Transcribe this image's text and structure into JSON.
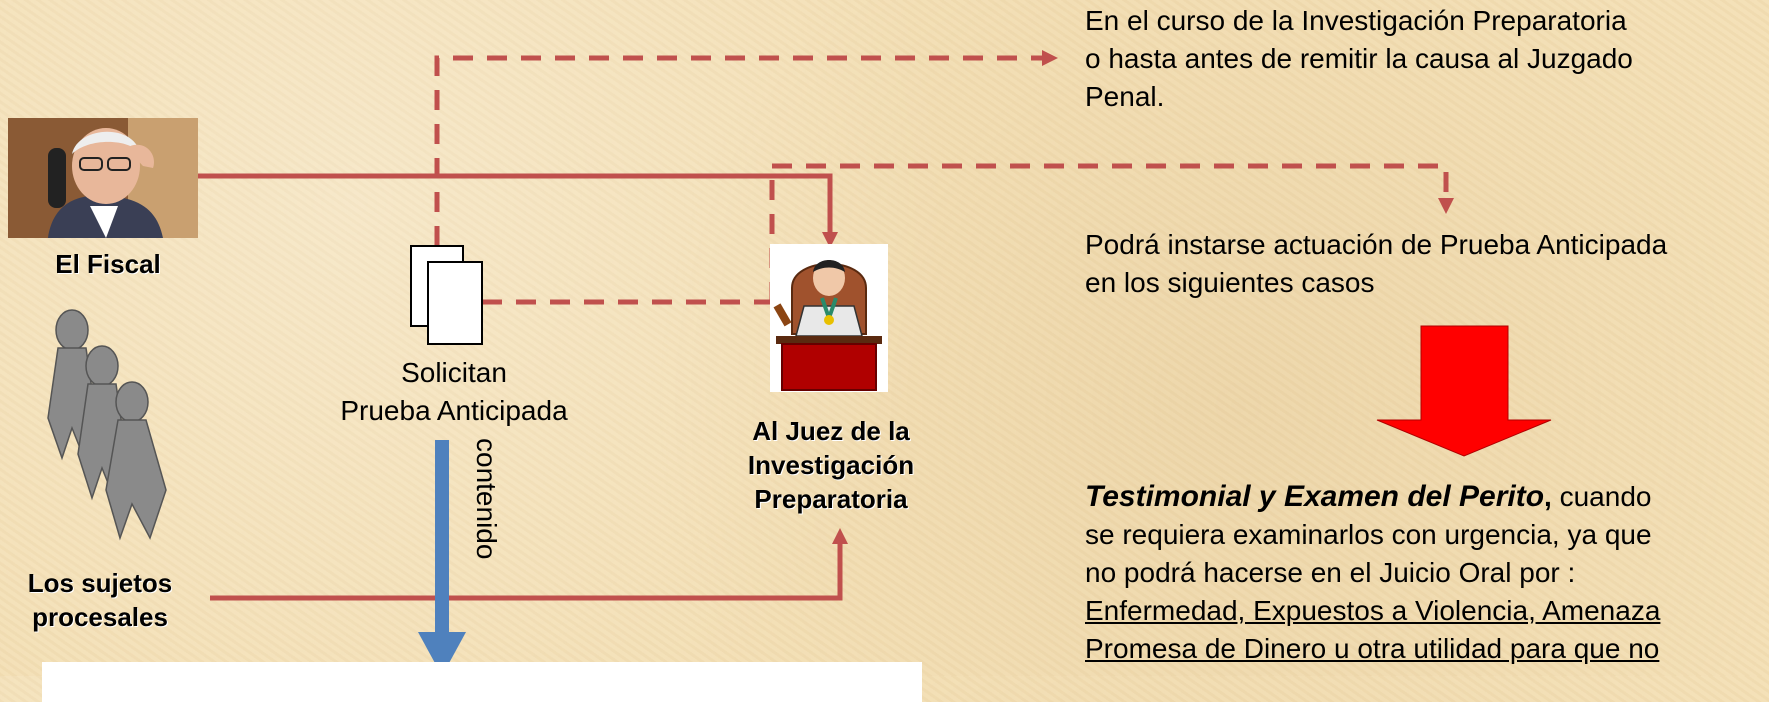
{
  "nodes": {
    "fiscal": "El Fiscal",
    "sujetos": "Los sujetos procesales",
    "solicitan_line1": "Solicitan",
    "solicitan_line2": "Prueba Anticipada",
    "contenido": "contenido",
    "juez_line1": "Al Juez de la",
    "juez_line2": "Investigación",
    "juez_line3": "Preparatoria"
  },
  "notes": {
    "top_line1": "En el curso de la Investigación Preparatoria",
    "top_line2": "o hasta antes de remitir la causa al Juzgado",
    "top_line3": "Penal.",
    "middle_line1": "Podrá instarse actuación de Prueba Anticipada",
    "middle_line2": "en los siguientes casos",
    "bottom_heading": "Testimonial y Examen del Perito",
    "bottom_comma": ",",
    "bottom_rest1": " cuando",
    "bottom_line2": "se requiera examinarlos con urgencia, ya que",
    "bottom_line3": "no podrá hacerse en el Juicio Oral por :",
    "bottom_line4": "Enfermedad, Expuestos a Violencia, Amenaza",
    "bottom_line5": "Promesa de Dinero u otra utilidad para que no"
  },
  "colors": {
    "solid_connector": "#c0504d",
    "dashed_connector": "#c0504d",
    "blue_arrow": "#4f81bd",
    "red_arrow": "#ff0000",
    "background": "#f3dfb5"
  },
  "icons": [
    "fiscal-photo",
    "document-icon",
    "judge-icon",
    "walking-figures-icon",
    "down-arrow-icon"
  ]
}
